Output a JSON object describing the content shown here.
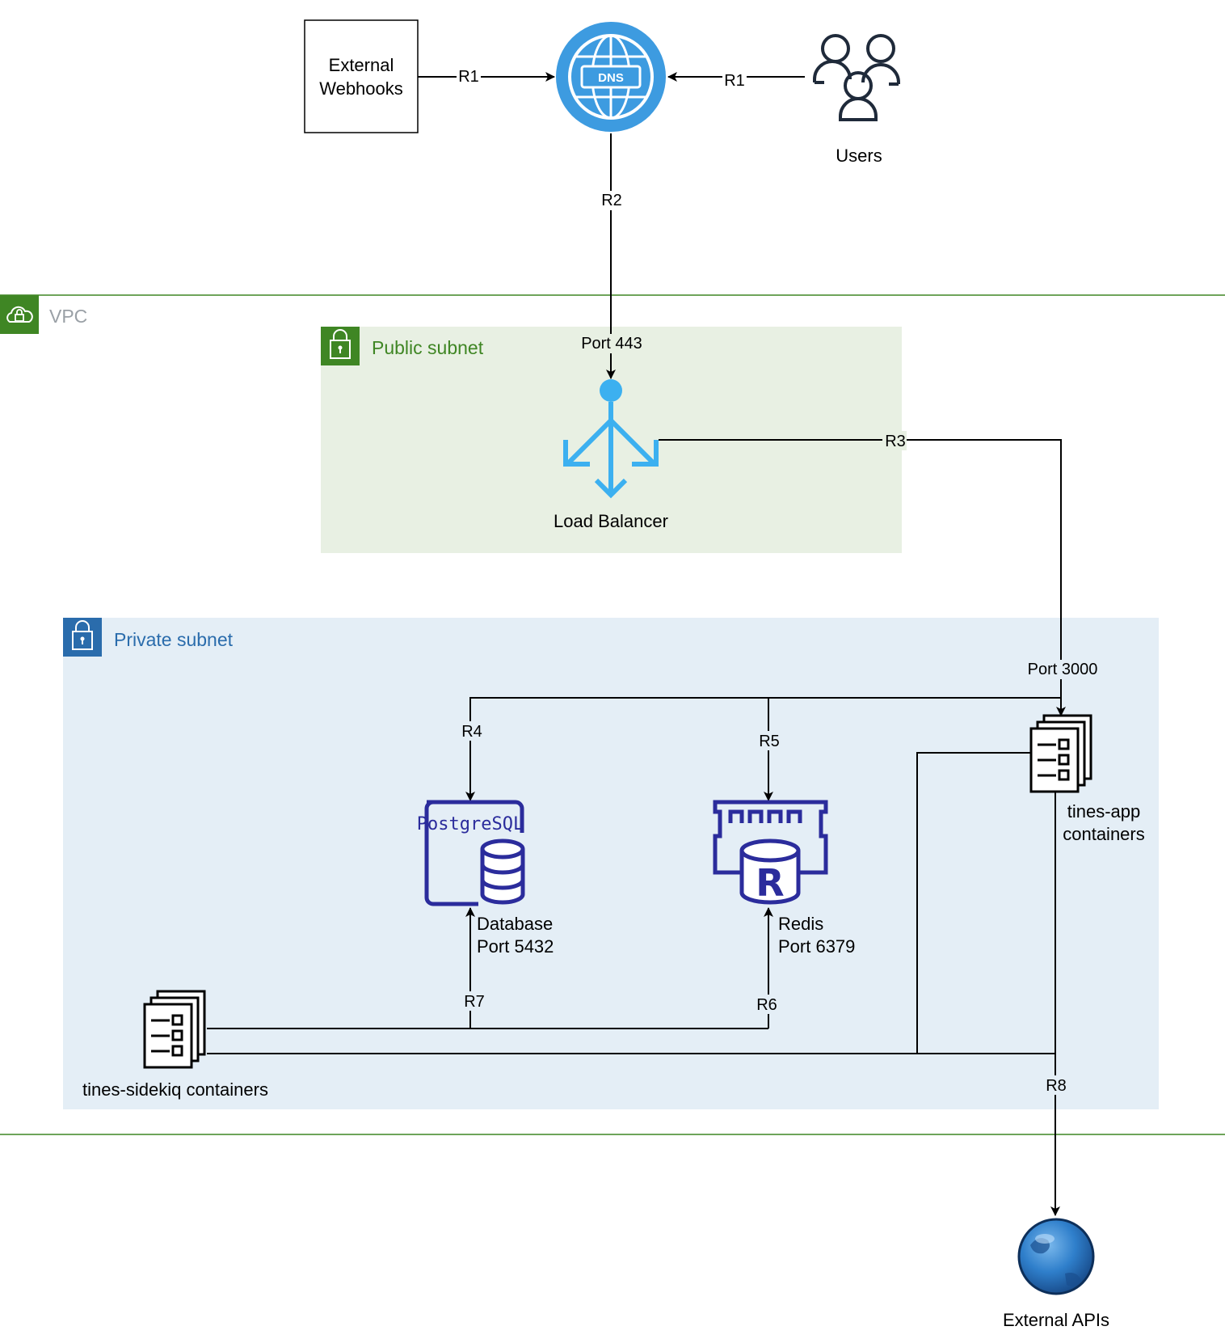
{
  "nodes": {
    "external_webhooks": {
      "line1": "External",
      "line2": "Webhooks"
    },
    "dns": {
      "badge": "DNS"
    },
    "users": {
      "label": "Users"
    },
    "vpc": {
      "label": "VPC"
    },
    "public_subnet": {
      "label": "Public subnet"
    },
    "load_balancer": {
      "label": "Load Balancer"
    },
    "private_subnet": {
      "label": "Private subnet"
    },
    "tines_app": {
      "line1": "tines-app",
      "line2": "containers"
    },
    "database": {
      "logo_text": "PostgreSQL",
      "line1": "Database",
      "line2": "Port 5432"
    },
    "redis": {
      "logo_letter": "R",
      "line1": "Redis",
      "line2": "Port 6379"
    },
    "tines_sidekiq": {
      "label": "tines-sidekiq containers"
    },
    "external_apis": {
      "label": "External APIs"
    }
  },
  "edges": {
    "r1_webhooks": "R1",
    "r1_users": "R1",
    "r2": "R2",
    "port443": "Port 443",
    "r3": "R3",
    "port3000": "Port 3000",
    "r4": "R4",
    "r5": "R5",
    "r6": "R6",
    "r7": "R7",
    "r8": "R8"
  },
  "colors": {
    "vpc_green": "#3f8624",
    "vpc_label": "#9aa0a6",
    "public_fill": "#e8f0e3",
    "public_icon": "#3f8624",
    "private_fill": "#e4eef6",
    "private_icon": "#2a6cac",
    "dns_blue": "#3d9be0",
    "lb_blue": "#3cb0f0",
    "db_navy": "#2b2c9c"
  },
  "icons": {
    "vpc": "cloud-lock-icon",
    "subnet": "padlock-icon",
    "dns": "dns-globe-icon",
    "users": "users-group-icon",
    "load_balancer": "load-balancer-icon",
    "containers": "container-stack-icon",
    "database": "postgresql-icon",
    "redis": "redis-icon",
    "external_apis": "globe-icon"
  }
}
